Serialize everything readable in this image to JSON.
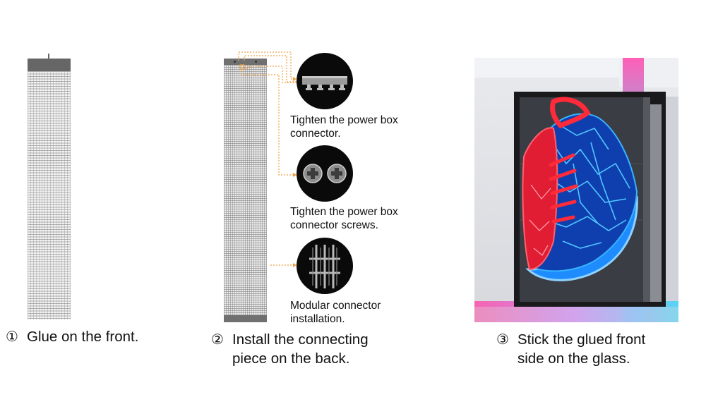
{
  "steps": [
    {
      "num": "①",
      "text": "Glue on the front."
    },
    {
      "num": "②",
      "text": "Install the connecting\npiece on the back."
    },
    {
      "num": "③",
      "text": "Stick the glued front\nside on the glass."
    }
  ],
  "callouts": [
    {
      "icon": "power-box-connector-icon",
      "caption": "Tighten the power box connector."
    },
    {
      "icon": "connector-screws-icon",
      "caption": "Tighten the power box connector screws."
    },
    {
      "icon": "modular-connector-icon",
      "caption": "Modular connector installation."
    }
  ],
  "colors": {
    "leader_line": "#f0a040",
    "panel_cap": "#666666",
    "callout_bg": "#0a0a0a",
    "shoe_red": "#ff2a3a",
    "shoe_blue": "#1e8cff",
    "led_glow_magenta": "#ff3fa0",
    "led_glow_cyan": "#2fd6ff"
  },
  "photo": {
    "subject": "transparent-led-film-on-glass-showing-sneaker"
  }
}
